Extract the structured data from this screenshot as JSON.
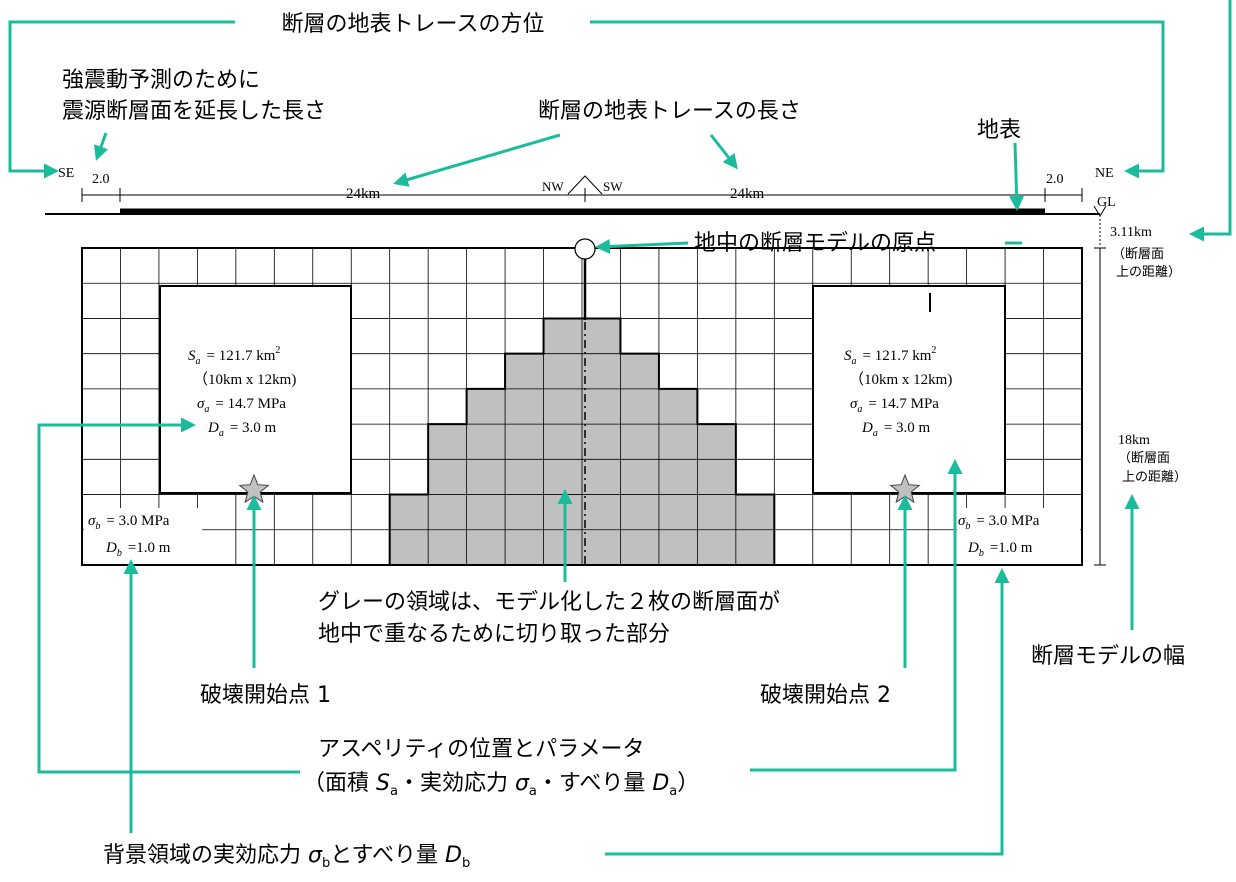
{
  "labels": {
    "trace_azimuth": "断層の地表トレースの方位",
    "extension_line1": "強震動予測のために",
    "extension_line2": "震源断層面を延長した長さ",
    "trace_length": "断層の地表トレースの長さ",
    "ground_surface": "地表",
    "origin": "地中の断層モデルの原点",
    "gray_region_line1": "グレーの領域は、モデル化した２枚の断層面が",
    "gray_region_line2": "地中で重なるために切り取った部分",
    "model_width": "断層モデルの幅",
    "rupture_start_1": "破壊開始点 1",
    "rupture_start_2": "破壊開始点 2",
    "asperity_line1": "アスペリティの位置とパラメータ",
    "asperity_line2_a": "（面積 ",
    "asperity_line2_b": "・実効応力 ",
    "asperity_line2_c": "・すべり量 ",
    "asperity_line2_d": "）",
    "background_a": "背景領域の実効応力 ",
    "background_b": "とすべり量 ",
    "sym_S": "S",
    "sym_sigma": "σ",
    "sym_D": "D",
    "sub_a": "a",
    "sub_b": "b"
  },
  "scale": {
    "se": "SE",
    "nw": "NW",
    "sw": "SW",
    "ne": "NE",
    "ext_left": "2.0",
    "ext_right": "2.0",
    "left_len": "24km",
    "right_len": "24km",
    "gl": "GL",
    "depth_top": "3.11km",
    "depth_top_note1": "（断層面",
    "depth_top_note2": "上の距離）",
    "depth_width": "18km",
    "depth_width_note1": "（断層面",
    "depth_width_note2": "上の距離）"
  },
  "asperity_left": {
    "area_label": "= 121.7  km",
    "area_sup": "2",
    "dims": "（10km x 12km)",
    "stress": "= 14.7 MPa",
    "slip": "= 3.0 m"
  },
  "asperity_right": {
    "area_label": "= 121.7  km",
    "area_sup": "2",
    "dims": "（10km x 12km)",
    "stress": "= 14.7 MPa",
    "slip": "= 3.0 m"
  },
  "background_left": {
    "stress": "= 3.0 MPa",
    "slip": "=1.0 m"
  },
  "background_right": {
    "stress": "= 3.0 MPa",
    "slip": "=1.0 m"
  },
  "colors": {
    "arrow": "#1ABC9C",
    "gray_cut": "#C0C0C0",
    "ink": "#000000"
  }
}
